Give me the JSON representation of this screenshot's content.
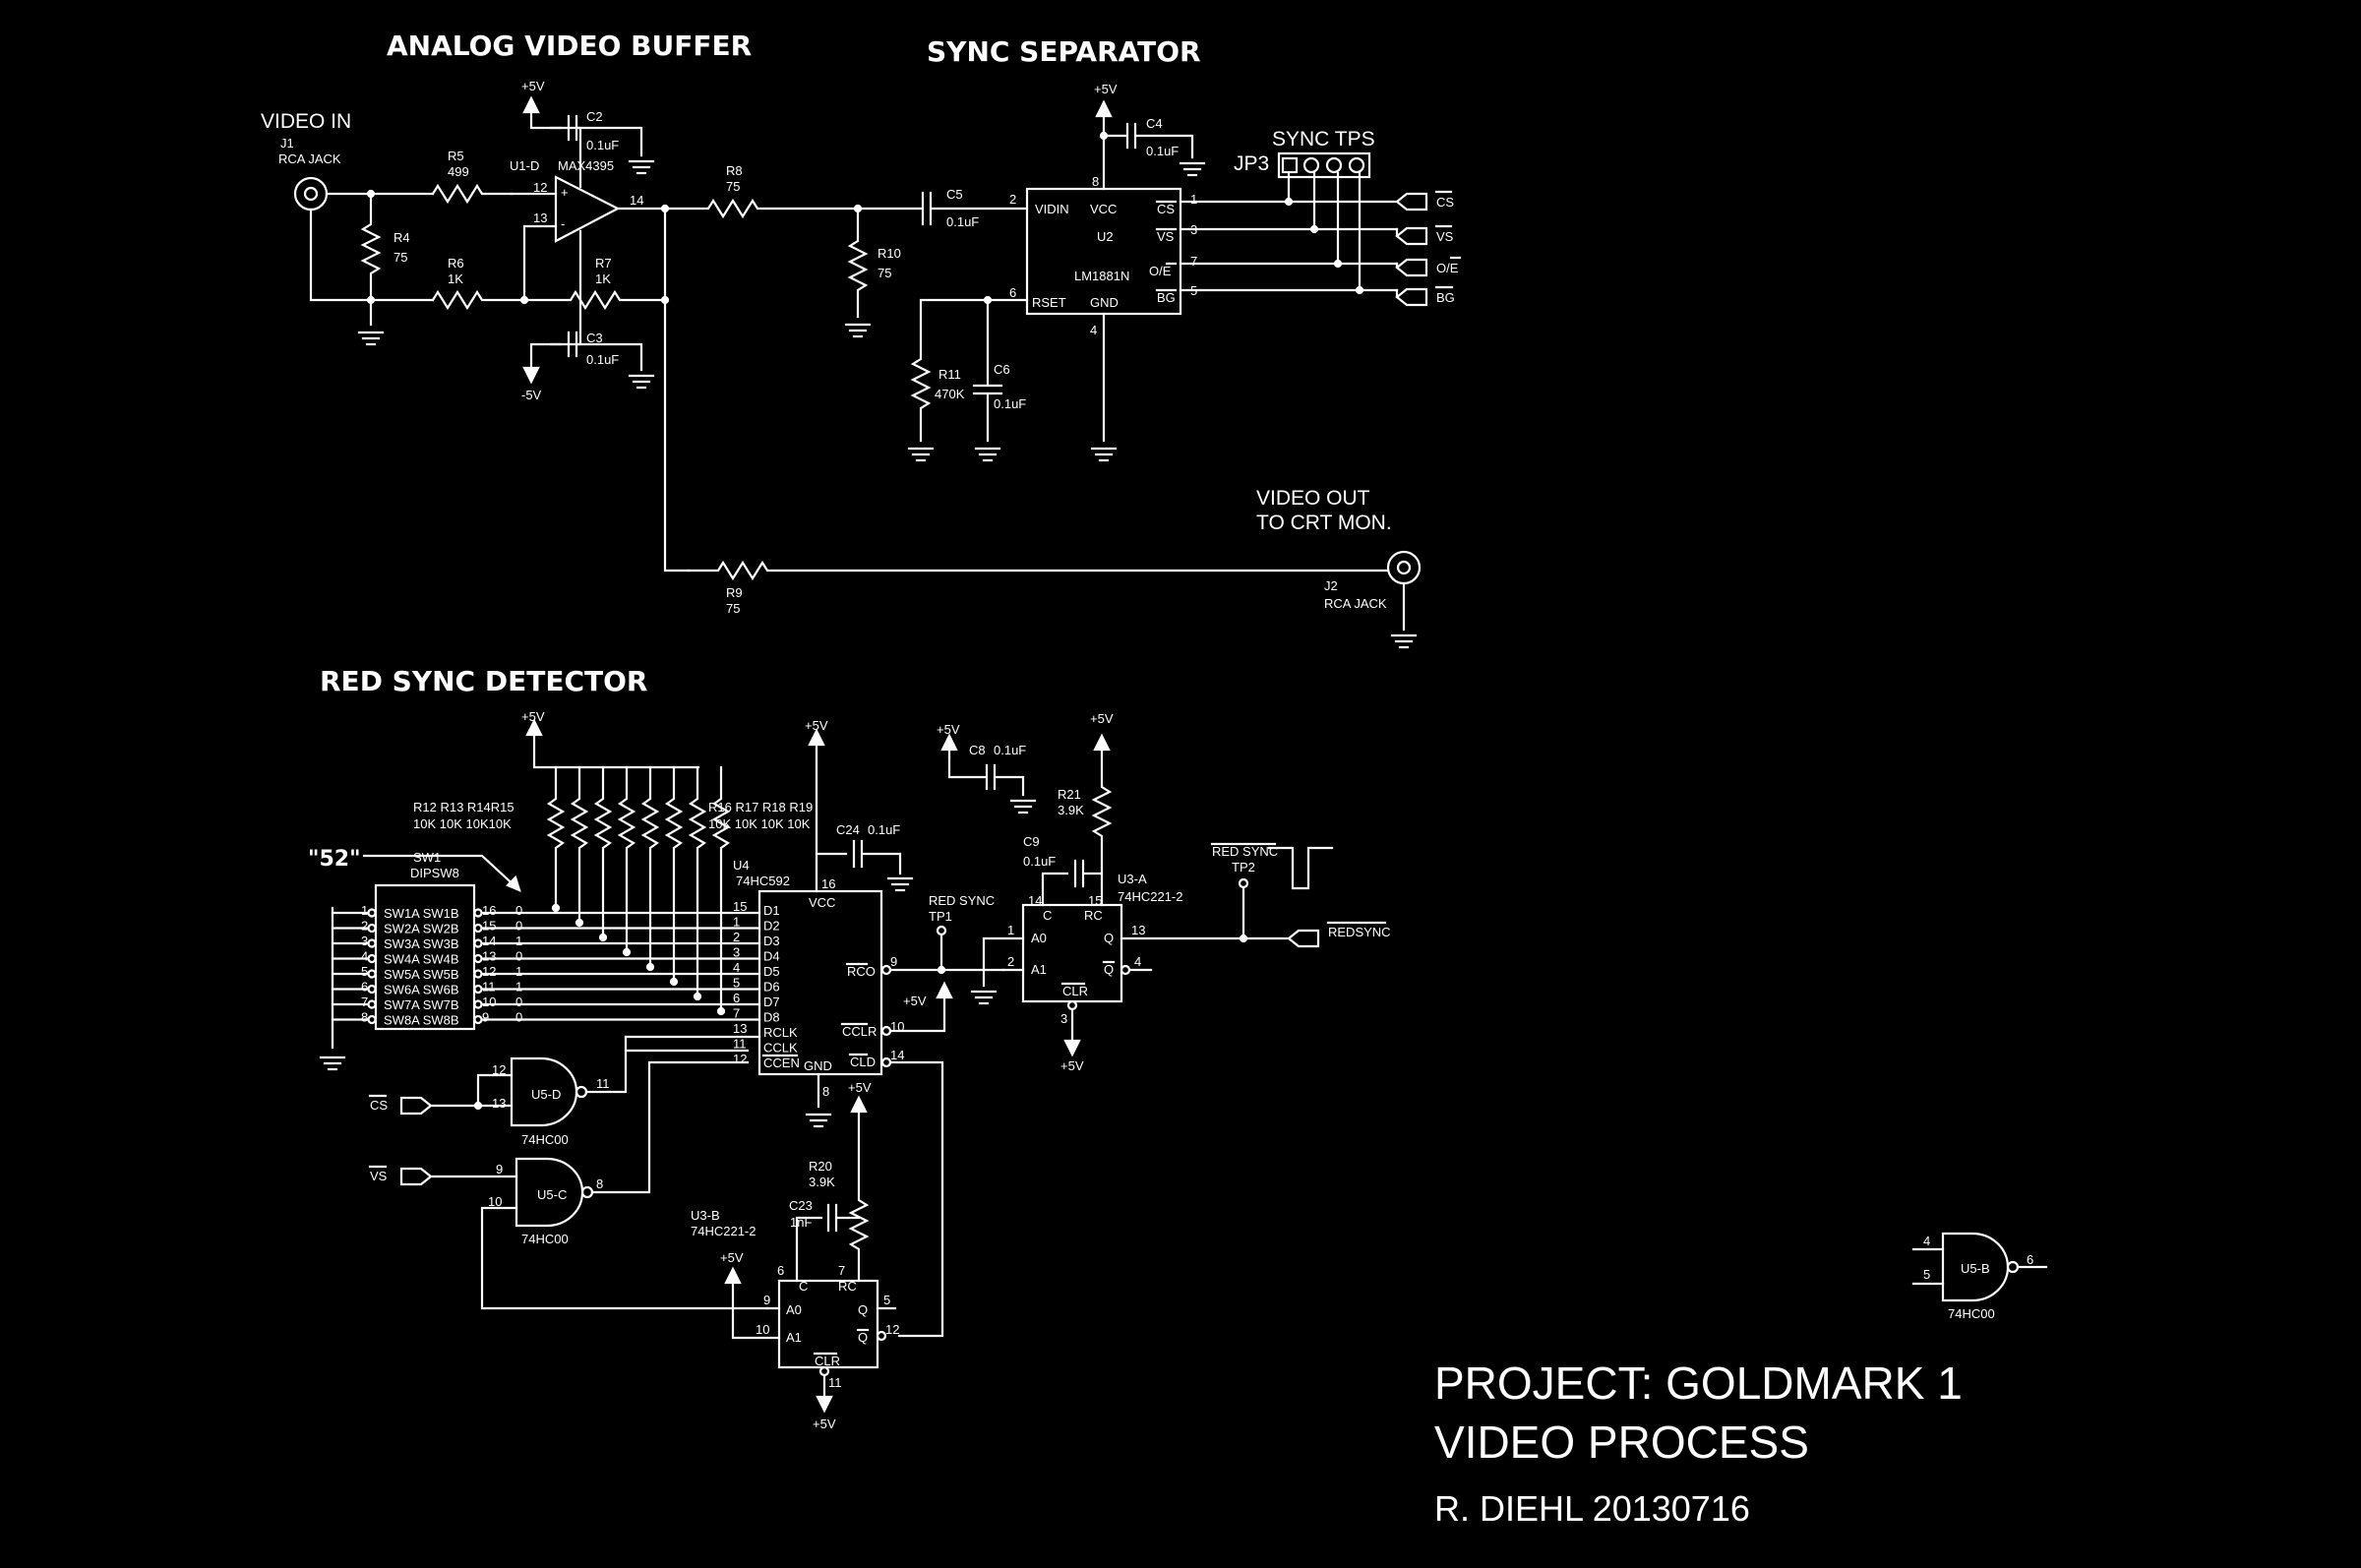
{
  "sections": {
    "buffer": "ANALOG VIDEO BUFFER",
    "sync": "SYNC SEPARATOR",
    "red": "RED SYNC DETECTOR"
  },
  "titleblock": {
    "project": "PROJECT: GOLDMARK 1",
    "subtitle": "VIDEO PROCESS",
    "author": "R. DIEHL 20130716"
  },
  "labels": {
    "video_in": "VIDEO IN",
    "video_out1": "VIDEO OUT",
    "video_out2": "TO CRT MON.",
    "sync_tps": "SYNC TPS",
    "jp3": "JP3",
    "j1": "J1",
    "j2": "J2",
    "rca": "RCA JACK",
    "p5": "+5V",
    "m5": "-5V",
    "quote52": "\"52\"",
    "red_sync": "RED SYNC",
    "tp1": "TP1",
    "tp2": "TP2",
    "redsync_out": "REDSYNC"
  },
  "parts": {
    "r4": "R4",
    "r4v": "75",
    "r5": "R5",
    "r5v": "499",
    "r6": "R6",
    "r6v": "1K",
    "r7": "R7",
    "r7v": "1K",
    "r8": "R8",
    "r8v": "75",
    "r9": "R9",
    "r9v": "75",
    "r10": "R10",
    "r10v": "75",
    "r11": "R11",
    "r11v": "470K",
    "r20": "R20",
    "r20v": "3.9K",
    "r21": "R21",
    "r21v": "3.9K",
    "c2": "C2",
    "c3": "C3",
    "c4": "C4",
    "c5": "C5",
    "c6": "C6",
    "c8": "C8",
    "c9": "C9",
    "c23": "C23",
    "c24": "C24",
    "uf": "0.1uF",
    "nf": "1nF",
    "u1": "U1-D",
    "u1t": "MAX4395",
    "u2": "U2",
    "u2t": "LM1881N",
    "u4": "U4",
    "u4t": "74HC592",
    "u3a": "U3-A",
    "u3b": "U3-B",
    "u3t": "74HC221-2",
    "u5d": "U5-D",
    "u5c": "U5-C",
    "u5b": "U5-B",
    "u5t": "74HC00",
    "sw1": "SW1",
    "sw1t": "DIPSW8",
    "rl": "R12 R13 R14R15",
    "rlv": "10K 10K 10K10K",
    "rr": "R16 R17 R18 R19",
    "rrv": "10K 10K 10K 10K"
  },
  "lm1881": {
    "vidin": "VIDIN",
    "vcc": "VCC",
    "rset": "RSET",
    "gnd": "GND",
    "cs": "CS",
    "vs": "VS",
    "oe": "O/E",
    "bg": "BG"
  },
  "counter": {
    "pins_left": [
      "D1",
      "D2",
      "D3",
      "D4",
      "D5",
      "D6",
      "D7",
      "D8",
      "RCLK",
      "CCLK",
      "CCEN"
    ],
    "vcc": "VCC",
    "gnd": "GND",
    "rco": "RCO",
    "cclr": "CCLR",
    "cld": "CLD"
  },
  "oneshot": {
    "c": "C",
    "rc": "RC",
    "a0": "A0",
    "a1": "A1",
    "q": "Q",
    "qn": "Q",
    "clr": "CLR"
  },
  "switches": {
    "rows": [
      "SW1A  SW1B",
      "SW2A  SW2B",
      "SW3A  SW3B",
      "SW4A  SW4B",
      "SW5A  SW5B",
      "SW6A  SW6B",
      "SW7A  SW7B",
      "SW8A  SW8B"
    ],
    "bits": [
      "0",
      "0",
      "1",
      "0",
      "1",
      "1",
      "0",
      "0"
    ],
    "left_pins": [
      "1",
      "2",
      "3",
      "4",
      "5",
      "6",
      "7",
      "8"
    ],
    "right_pins": [
      "16",
      "15",
      "14",
      "13",
      "12",
      "11",
      "10",
      "9"
    ]
  },
  "outputs": {
    "cs": "CS",
    "vs": "VS",
    "oe": "O/E",
    "bg": "BG"
  },
  "inputs": {
    "cs": "CS",
    "vs": "VS"
  }
}
